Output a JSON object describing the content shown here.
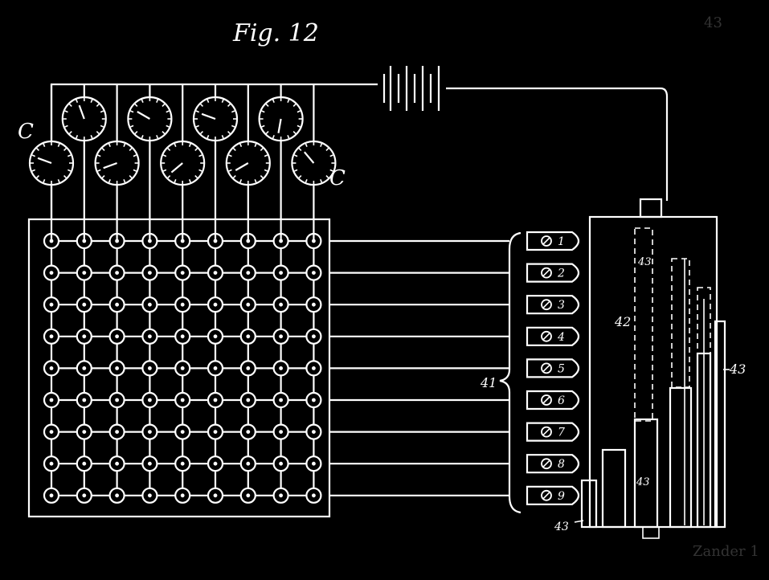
{
  "figure": {
    "title": "Fig. 12",
    "dial_label_left": "C",
    "dial_label_right": "C",
    "plugs": [
      "1",
      "2",
      "3",
      "4",
      "5",
      "6",
      "7",
      "8",
      "9"
    ],
    "plug_group_label": "41",
    "bars": {
      "label_42": "42",
      "label_43": "43",
      "label_43_right": "43",
      "label_43_bottom": "43",
      "label_43_top_bar": "43",
      "corner_label": "43",
      "watermark_bottom": "Zander 1"
    }
  }
}
